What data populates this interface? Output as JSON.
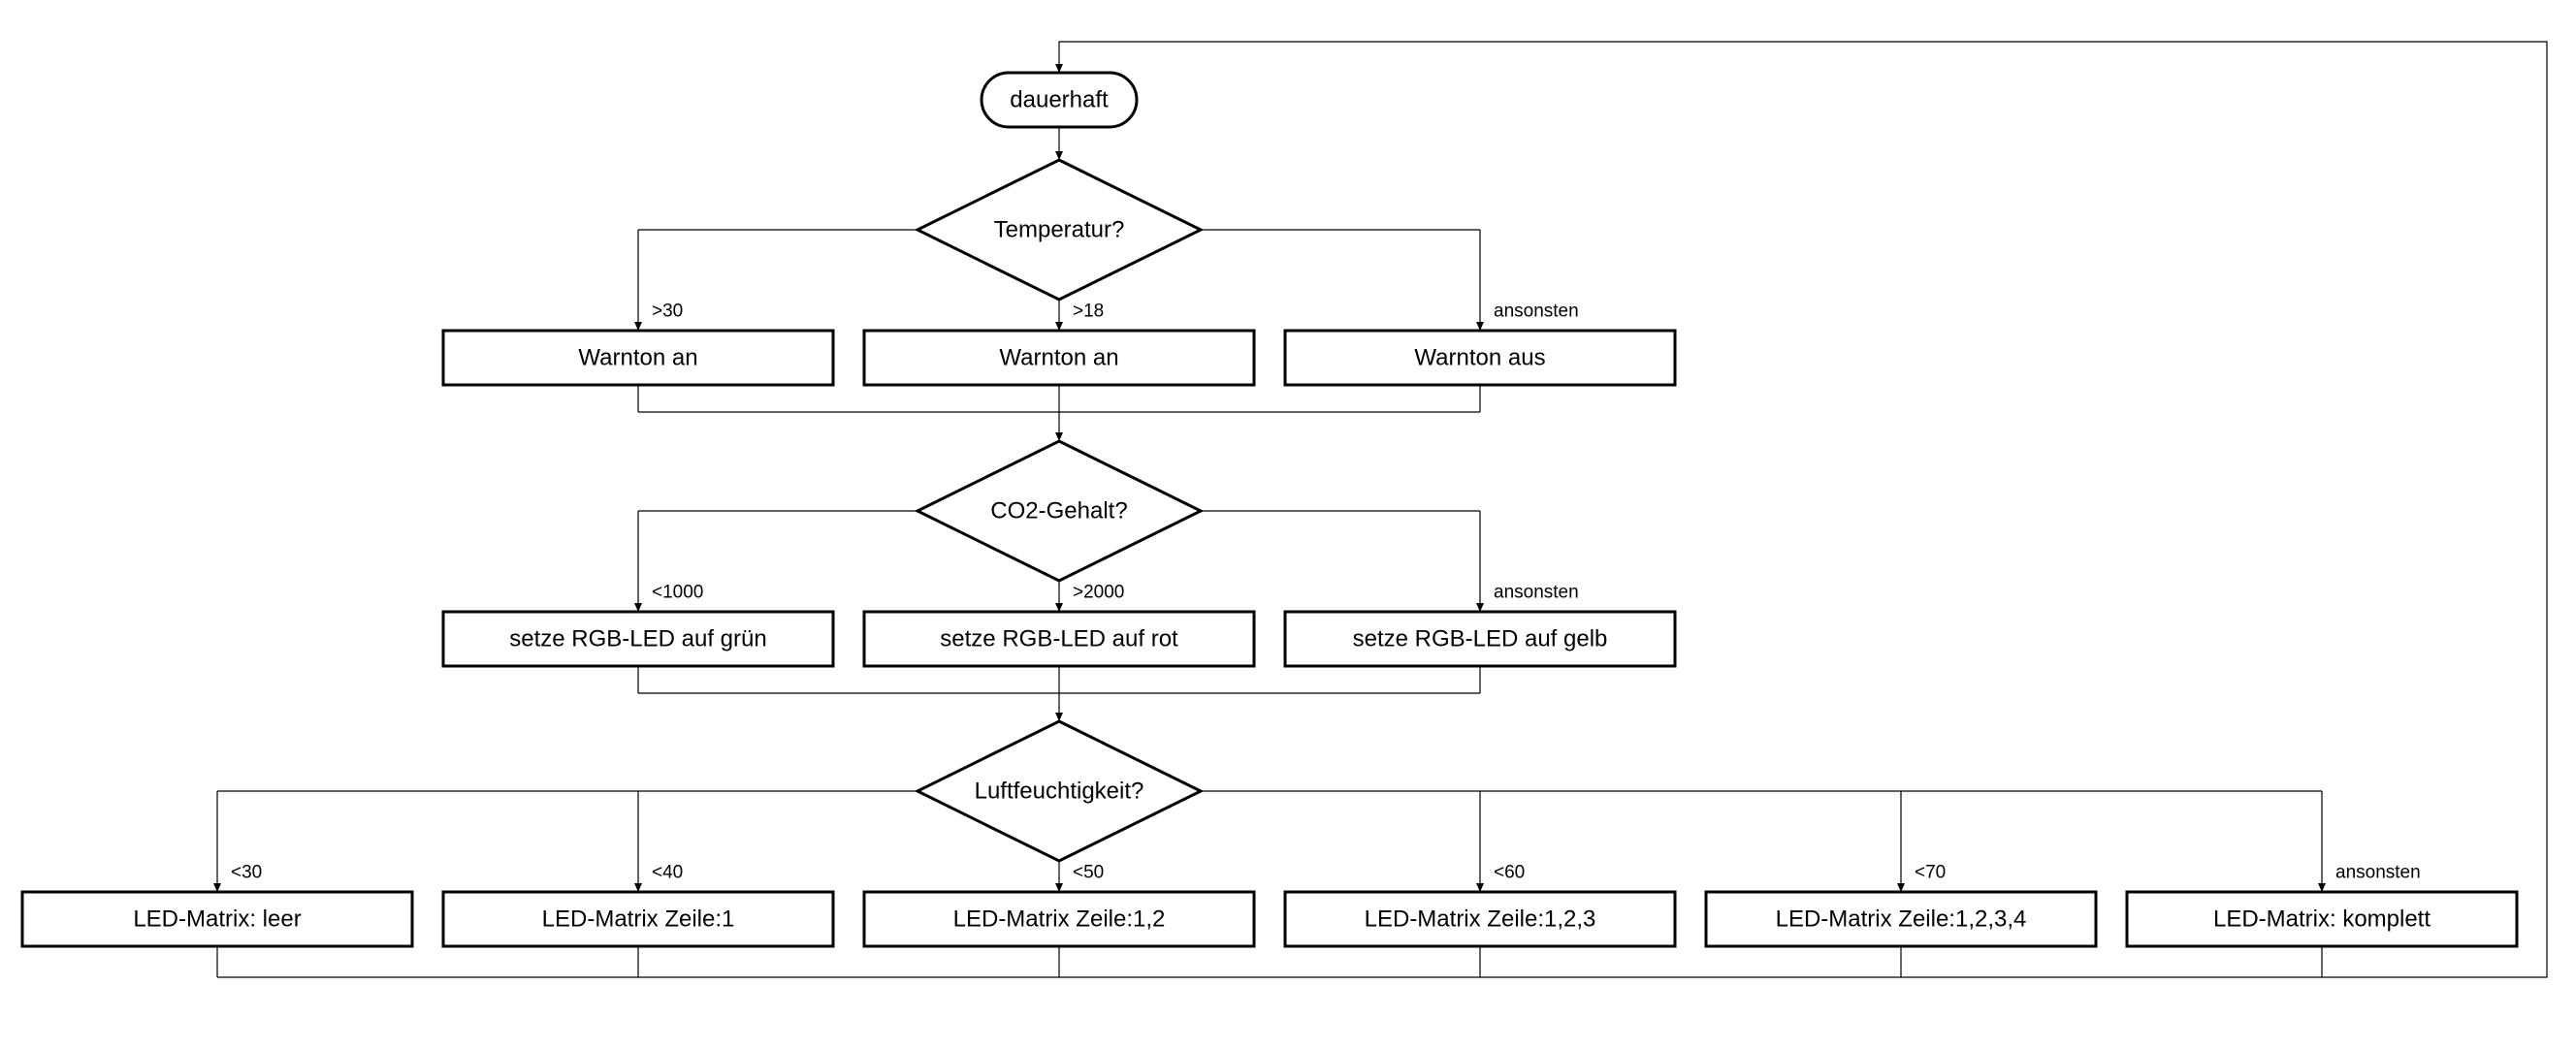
{
  "colors": {
    "background": "#ffffff",
    "stroke": "#000000",
    "text": "#000000"
  },
  "start": {
    "label": "dauerhaft"
  },
  "decisions": [
    {
      "question": "Temperatur?",
      "branches": [
        {
          "condition": ">30",
          "action": "Warnton an"
        },
        {
          "condition": ">18",
          "action": "Warnton an"
        },
        {
          "condition": "ansonsten",
          "action": "Warnton aus"
        }
      ]
    },
    {
      "question": "CO2-Gehalt?",
      "branches": [
        {
          "condition": "<1000",
          "action": "setze RGB-LED auf grün"
        },
        {
          "condition": ">2000",
          "action": "setze RGB-LED auf rot"
        },
        {
          "condition": "ansonsten",
          "action": "setze RGB-LED auf gelb"
        }
      ]
    },
    {
      "question": "Luftfeuchtigkeit?",
      "branches": [
        {
          "condition": "<30",
          "action": "LED-Matrix: leer"
        },
        {
          "condition": "<40",
          "action": "LED-Matrix Zeile:1"
        },
        {
          "condition": "<50",
          "action": "LED-Matrix Zeile:1,2"
        },
        {
          "condition": "<60",
          "action": "LED-Matrix Zeile:1,2,3"
        },
        {
          "condition": "<70",
          "action": "LED-Matrix Zeile:1,2,3,4"
        },
        {
          "condition": "ansonsten",
          "action": "LED-Matrix: komplett"
        }
      ]
    }
  ]
}
